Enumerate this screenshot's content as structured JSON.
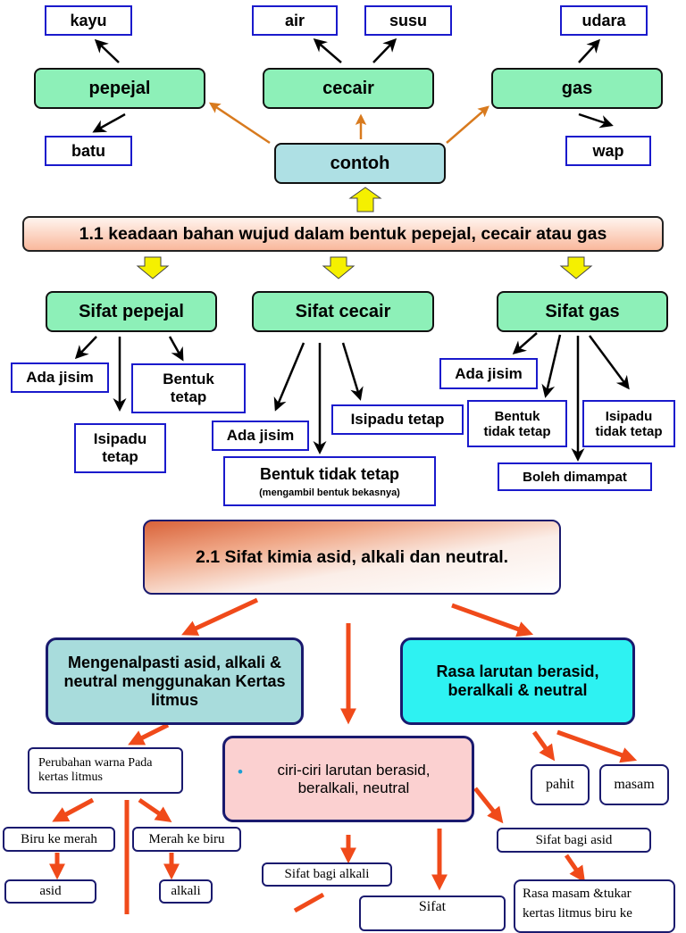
{
  "top": {
    "kayu": "kayu",
    "air": "air",
    "susu": "susu",
    "udara": "udara",
    "pepejal": "pepejal",
    "cecair": "cecair",
    "gas": "gas",
    "batu": "batu",
    "wap": "wap",
    "contoh": "contoh"
  },
  "section1": {
    "title": "1.1 keadaan bahan wujud dalam bentuk pepejal, cecair atau gas",
    "sifat_pepejal": "Sifat pepejal",
    "sifat_cecair": "Sifat cecair",
    "sifat_gas": "Sifat gas",
    "pepejal_ada_jisim": "Ada jisim",
    "pepejal_bentuk_tetap": "Bentuk tetap",
    "pepejal_isipadu_tetap": "Isipadu tetap",
    "cecair_isipadu_tetap": "Isipadu tetap",
    "cecair_ada_jisim": "Ada jisim",
    "cecair_bentuk_tidak_tetap": "Bentuk tidak tetap",
    "cecair_bentuk_note": "(mengambil bentuk bekasnya)",
    "gas_ada_jisim": "Ada jisim",
    "gas_bentuk_tidak_tetap": "Bentuk tidak tetap",
    "gas_isipadu_tidak_tetap": "Isipadu tidak tetap",
    "gas_boleh_dimampat": "Boleh dimampat"
  },
  "section2": {
    "title": "2.1 Sifat kimia asid, alkali dan neutral.",
    "mengenalpasti": "Mengenalpasti asid, alkali & neutral menggunakan Kertas litmus",
    "rasa": "Rasa larutan berasid, beralkali & neutral",
    "ciri": "ciri-ciri larutan berasid, beralkali, neutral",
    "perubahan": "Perubahan warna Pada kertas litmus",
    "pahit": "pahit",
    "masam": "masam",
    "biru_ke_merah": "Biru ke merah",
    "merah_ke_biru": "Merah ke biru",
    "asid": "asid",
    "alkali": "alkali",
    "sifat_alkali": "Sifat bagi alkali",
    "sifat_asid": "Sifat bagi asid",
    "sifat": "Sifat",
    "rasa_masam": "Rasa masam &tukar kertas litmus biru ke"
  },
  "colors": {
    "green": "#8df0b8",
    "blue_border": "#1a1acc",
    "orange_arrow": "#f04a1a",
    "brown_arrow": "#d87a1e",
    "yellow_arrow": "#f5f000",
    "cyan": "#2ef2f2",
    "pink": "#fbd0d0",
    "light_blue": "#a8dcdc"
  }
}
